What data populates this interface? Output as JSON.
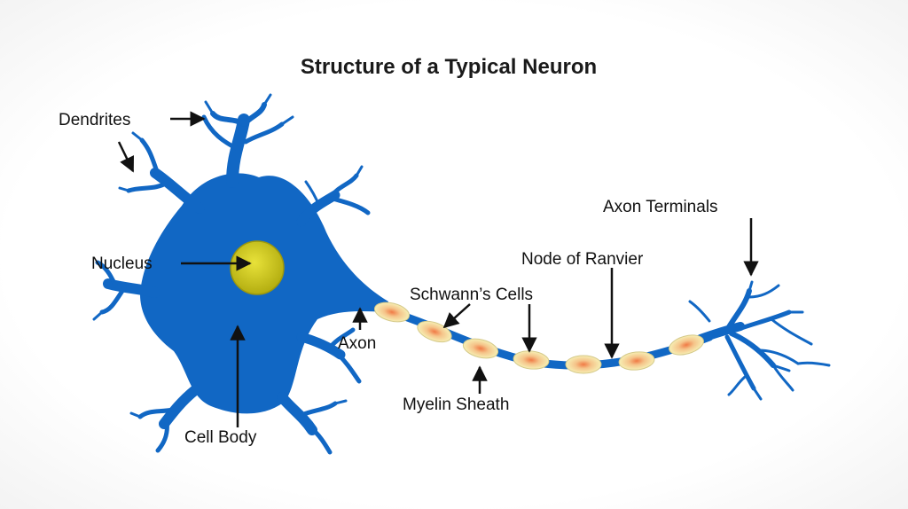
{
  "title": "Structure of a Typical Neuron",
  "labels": {
    "dendrites": "Dendrites",
    "nucleus": "Nucleus",
    "cell_body": "Cell Body",
    "axon": "Axon",
    "schwann_cells": "Schwann’s Cells",
    "myelin_sheath": "Myelin Sheath",
    "node_of_ranvier": "Node of Ranvier",
    "axon_terminals": "Axon Terminals"
  },
  "colors": {
    "neuron": "#1167c4",
    "nucleus": "#c9c21a",
    "myelin": "#f4eaa6",
    "myelin_center": "#f08a56",
    "arrow": "#111111"
  }
}
